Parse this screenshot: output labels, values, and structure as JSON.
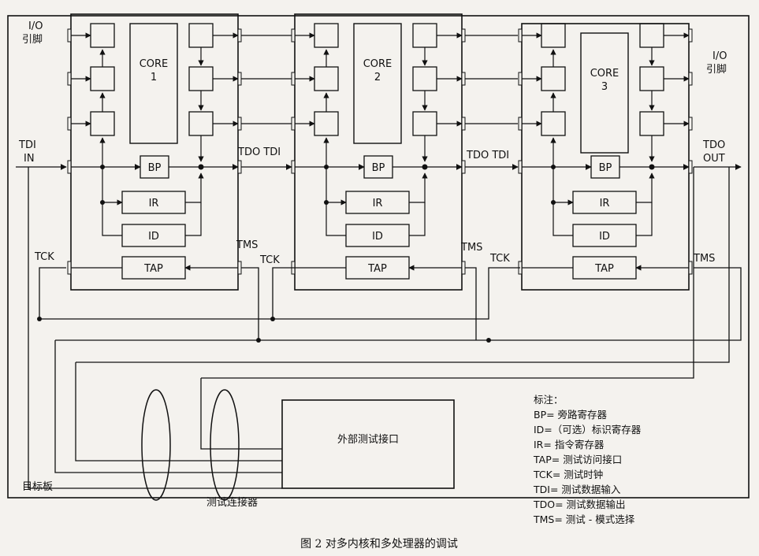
{
  "io_pin_left": [
    "I/O",
    "引脚"
  ],
  "io_pin_right": [
    "I/O",
    "引脚"
  ],
  "tdi_in": [
    "TDI",
    "IN"
  ],
  "tdo_out": [
    "TDO",
    "OUT"
  ],
  "links": [
    "TDO TDI",
    "TDO TDI"
  ],
  "cores": [
    {
      "label": "CORE",
      "num": "1"
    },
    {
      "label": "CORE",
      "num": "2"
    },
    {
      "label": "CORE",
      "num": "3"
    }
  ],
  "blocks": {
    "bp": "BP",
    "ir": "IR",
    "id": "ID",
    "tap": "TAP"
  },
  "tck": "TCK",
  "tms": "TMS",
  "external_interface": "外部测试接口",
  "target_board": "目标板",
  "test_connector": "测试连接器",
  "legend": {
    "title": "标注：",
    "items": [
      "BP= 旁路寄存器",
      "ID=（可选）标识寄存器",
      "IR= 指令寄存器",
      "TAP= 测试访问接口",
      "TCK= 测试时钟",
      "TDI= 测试数据输入",
      "TDO= 测试数据输出",
      "TMS= 测试 - 模式选择"
    ]
  },
  "caption": "图 2  对多内核和多处理器的调试"
}
